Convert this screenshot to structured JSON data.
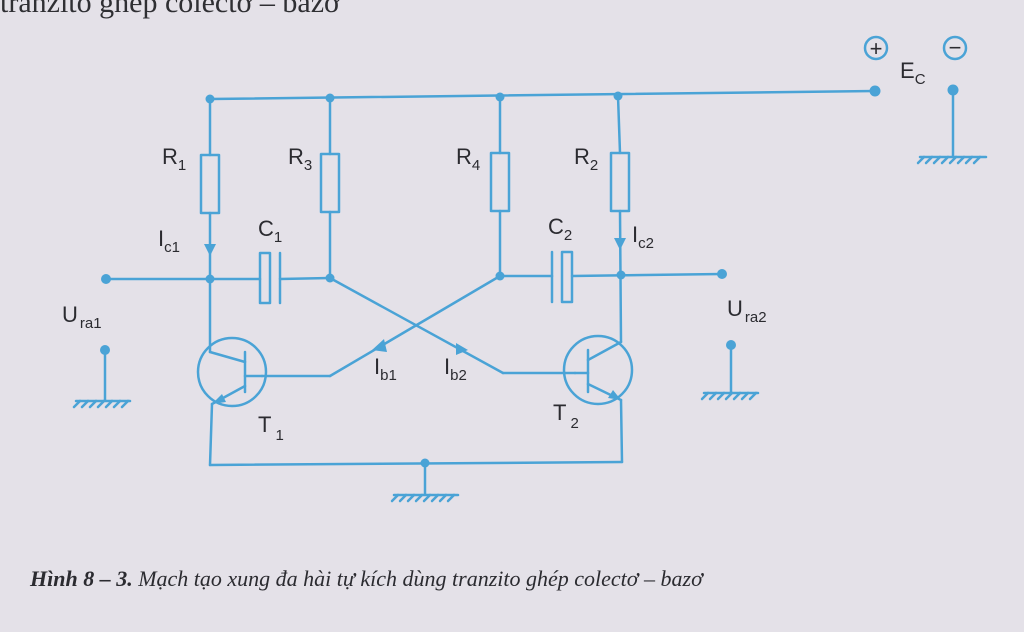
{
  "header_fragment": "tranzito ghép colectơ – bazơ",
  "labels": {
    "R1": {
      "main": "R",
      "sub": "1"
    },
    "R2": {
      "main": "R",
      "sub": "2"
    },
    "R3": {
      "main": "R",
      "sub": "3"
    },
    "R4": {
      "main": "R",
      "sub": "4"
    },
    "C1": {
      "main": "C",
      "sub": "1"
    },
    "C2": {
      "main": "C",
      "sub": "2"
    },
    "Ic1": {
      "main": "I",
      "sub": "c1"
    },
    "Ic2": {
      "main": "I",
      "sub": "c2"
    },
    "Ib1": {
      "main": "I",
      "sub": "b1"
    },
    "Ib2": {
      "main": "I",
      "sub": "b2"
    },
    "T1": {
      "main": "T",
      "sub": "1"
    },
    "T2": {
      "main": "T",
      "sub": "2"
    },
    "Ura1": {
      "main": "U",
      "sub": "ra1"
    },
    "Ura2": {
      "main": "U",
      "sub": "ra2"
    },
    "Ec": {
      "main": "E",
      "sub": "C"
    },
    "plus": "+",
    "minus": "−"
  },
  "caption": {
    "number": "Hình 8 – 3.",
    "text": " Mạch tạo xung đa hài tự kích dùng tranzito ghép colectơ – bazơ"
  },
  "colors": {
    "wire": "#4aa3d6",
    "background": "#e4e1e8",
    "text": "#2b2b30"
  }
}
